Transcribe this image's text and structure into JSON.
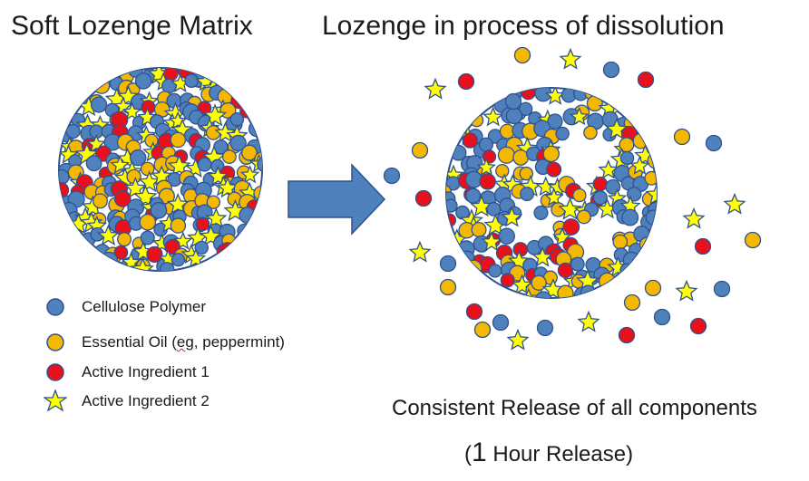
{
  "titles": {
    "left": "Soft Lozenge Matrix",
    "right": "Lozenge in process of dissolution"
  },
  "legend": [
    {
      "shape": "circle",
      "color": "#4f81bd",
      "label": "Cellulose Polymer"
    },
    {
      "shape": "circle",
      "color": "#f5b800",
      "label_pre": "Essential Oil (",
      "label_mid": "eg",
      "label_post": ", peppermint)"
    },
    {
      "shape": "circle",
      "color": "#e8101a",
      "label": "Active Ingredient 1"
    },
    {
      "shape": "star",
      "color": "#ffff00",
      "label": "Active Ingredient 2"
    }
  ],
  "captions": {
    "line1": "Consistent Release of all components",
    "line2_open": "(",
    "line2_num": "1",
    "line2_rest": " Hour Release)"
  },
  "colors": {
    "cellulose": "#4f81bd",
    "oil": "#f5b800",
    "active1": "#e8101a",
    "active2": "#ffff00",
    "outline": "#2f528f",
    "arrow": "#4f81bd"
  },
  "icons": [
    "right-arrow-icon"
  ]
}
